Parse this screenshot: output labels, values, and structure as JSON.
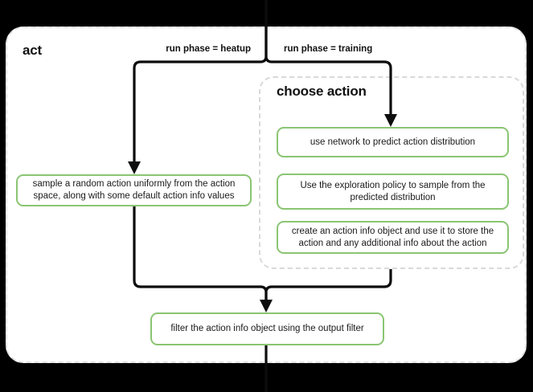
{
  "diagram": {
    "type": "flowchart",
    "title": "act",
    "background": "#000000",
    "canvas_color": "#ffffff",
    "node_border_color": "#8ac572",
    "edge_color": "#0d0d0d",
    "group_border_color": "#d9d9d9"
  },
  "groups": {
    "act": {
      "label": "act"
    },
    "choose_action": {
      "label": "choose action"
    }
  },
  "edge_labels": {
    "heatup": "run phase = heatup",
    "training": "run phase = training"
  },
  "nodes": {
    "sample": "sample a random action uniformly from the action space, along with some default action info values",
    "predict": "use network to predict action distribution",
    "explore": "Use the exploration policy to sample from the predicted distribution",
    "create": "create an action info object and use it to store the action and any additional info about the action",
    "filter": "filter the action info object using the output filter"
  }
}
